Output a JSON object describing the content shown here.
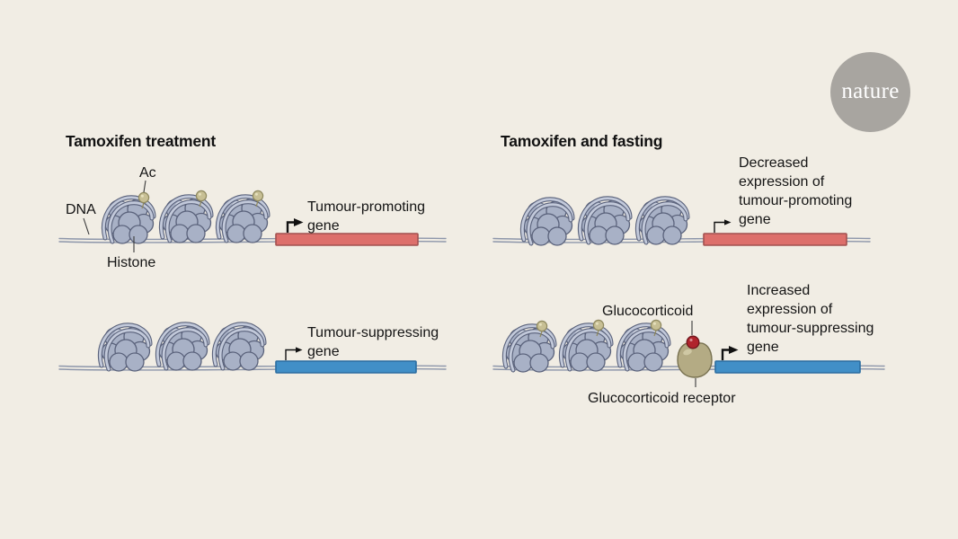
{
  "figure": {
    "type": "scientific-diagram",
    "topic": "Epigenetic effect of tamoxifen treatment and fasting on gene expression"
  },
  "colors": {
    "background": "#f1ede4",
    "histone": "#a8b1c6",
    "histone_outline": "#5a627b",
    "dna_strand": "#8d96aa",
    "acetyl": "#c7bf94",
    "acetyl_outline": "#8f895f",
    "gene_promoting": "#dd6f6b",
    "gene_promoting_outline": "#a2504f",
    "gene_suppressing": "#418fc7",
    "gene_suppressing_outline": "#2b6da0",
    "receptor": "#b4ab84",
    "receptor_outline": "#787150",
    "glucocorticoid": "#b0242c",
    "glucocorticoid_outline": "#6f161c",
    "logo_circle": "#a8a5a0",
    "text": "#141414"
  },
  "logo": {
    "text": "nature"
  },
  "left_panel": {
    "heading": "Tamoxifen treatment",
    "acetyl_label": "Ac",
    "dna_label": "DNA",
    "histone_label": "Histone",
    "promoting_gene_label": "Tumour-promoting\ngene",
    "suppressing_gene_label": "Tumour-suppressing\ngene",
    "promoting_expression": "high",
    "suppressing_expression": "low"
  },
  "right_panel": {
    "heading": "Tamoxifen and fasting",
    "promoting_annotation": "Decreased\nexpression of\ntumour-promoting\ngene",
    "suppressing_annotation": "Increased\nexpression of\ntumour-suppressing\ngene",
    "glucocorticoid_label": "Glucocorticoid",
    "receptor_label": "Glucocorticoid receptor",
    "promoting_expression": "low",
    "suppressing_expression": "high"
  }
}
